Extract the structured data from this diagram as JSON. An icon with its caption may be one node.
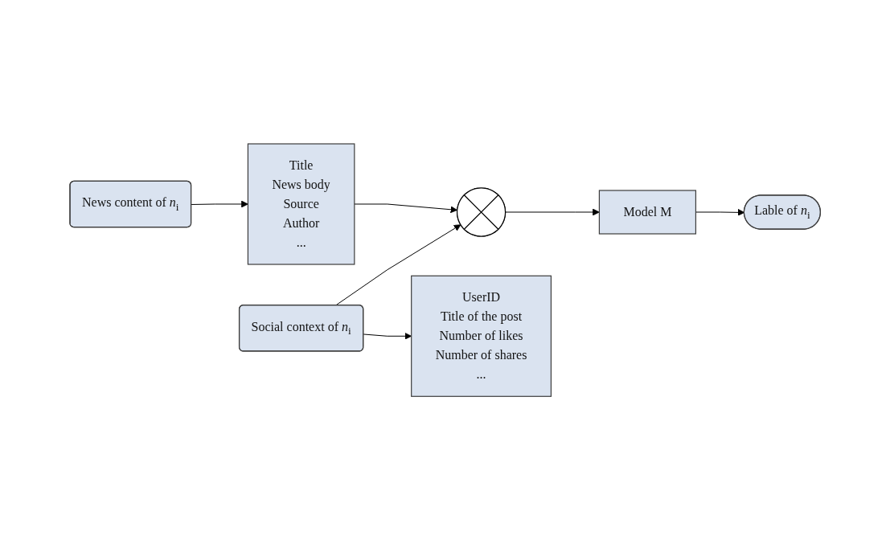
{
  "diagram": {
    "nodes": [
      {
        "text": [
          "News content of *n*$_{i}$"
        ]
      },
      {
        "text": [
          "Title",
          "News body",
          "Source",
          "Author",
          "..."
        ]
      },
      {
        "text": [],
        "shape": "circle"
      },
      {
        "text": [
          "Social context of *n*$_{i}$"
        ]
      },
      {
        "text": [
          "UserID",
          "Title of the post",
          "Number of likes",
          "Number of shares",
          "..."
        ]
      },
      {
        "text": [
          "Model M"
        ]
      },
      {
        "text": [
          "Lable of *n*$_{i}$"
        ]
      }
    ],
    "edges": [
      {
        "from": 0,
        "to": 1,
        "arrow": "to"
      },
      {
        "from": 1,
        "to": 2,
        "arrow": "to"
      },
      {
        "from": 3,
        "to": 2,
        "arrow": "to"
      },
      {
        "from": 3,
        "to": 4,
        "arrow": "to"
      },
      {
        "from": 2,
        "to": 5,
        "arrow": "to"
      },
      {
        "from": 5,
        "to": 6,
        "arrow": "to"
      }
    ]
  }
}
